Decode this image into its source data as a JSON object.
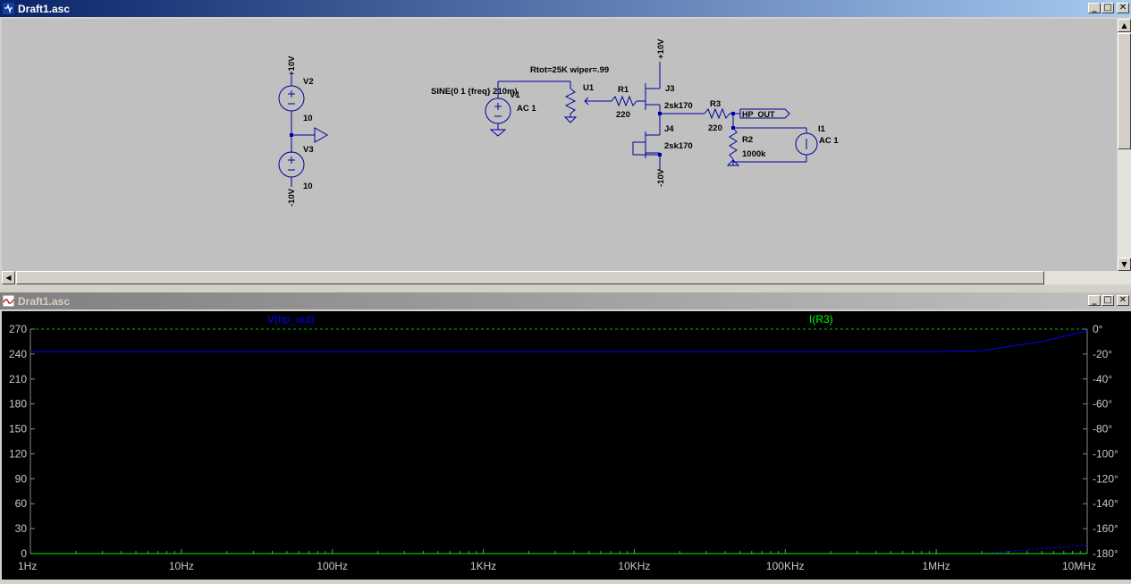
{
  "schematic_window": {
    "title": "Draft1.asc",
    "buttons": {
      "minimize": "_",
      "maximize": "□",
      "close": "✕"
    },
    "labels": {
      "v2_supply": "+10V",
      "v2_name": "V2",
      "v2_value": "10",
      "v3_name": "V3",
      "v3_value": "10",
      "v3_supply": "-10V",
      "pot_params": "Rtot=25K wiper=.99",
      "v1_spec": "SINE(0 1 {freq} 210m)",
      "v1_name": "V1",
      "v1_ac": "AC 1",
      "u1_name": "U1",
      "r1_name": "R1",
      "r1_value": "220",
      "j3_supply": "+10V",
      "j3_name": "J3",
      "j3_model": "2sk170",
      "j4_name": "J4",
      "j4_model": "2sk170",
      "j4_supply": "-10V",
      "r3_name": "R3",
      "r3_value": "220",
      "net_label": "HP_OUT",
      "r2_name": "R2",
      "r2_value": "1000k",
      "i1_name": "I1",
      "i1_ac": "AC 1"
    }
  },
  "waveform_window": {
    "title": "Draft1.asc",
    "buttons": {
      "minimize": "_",
      "maximize": "□",
      "close": "✕"
    }
  },
  "chart_data": {
    "type": "line",
    "x_scale": "log",
    "x_range": [
      "1Hz",
      "10MHz"
    ],
    "x_ticks": [
      "1Hz",
      "10Hz",
      "100Hz",
      "1KHz",
      "10KHz",
      "100KHz",
      "1MHz",
      "10MHz"
    ],
    "y_left_ticks": [
      "270",
      "240",
      "210",
      "180",
      "150",
      "120",
      "90",
      "60",
      "30",
      "0"
    ],
    "y_left_range": [
      0,
      270
    ],
    "y_right_ticks": [
      "0°",
      "-20°",
      "-40°",
      "-60°",
      "-80°",
      "-100°",
      "-120°",
      "-140°",
      "-160°",
      "-180°"
    ],
    "y_right_range": [
      -180,
      0
    ],
    "series": [
      {
        "name": "V(hp_out)",
        "color": "#0000ff",
        "magnitude": {
          "x": [
            "1Hz",
            "1MHz",
            "2MHz",
            "5MHz",
            "10MHz"
          ],
          "y": [
            243,
            243,
            244,
            255,
            268
          ]
        },
        "phase": {
          "x": [
            "1Hz",
            "2MHz",
            "10MHz"
          ],
          "y": [
            -180,
            -180,
            -173
          ]
        }
      },
      {
        "name": "I(R3)",
        "color": "#00ff00",
        "magnitude": {
          "x": [
            "1Hz",
            "10MHz"
          ],
          "y": [
            0,
            0
          ]
        }
      }
    ],
    "grid": false,
    "colors": {
      "background": "#000000",
      "axis": "#888888",
      "zero_ref": "#00c000",
      "label": "#000000"
    }
  }
}
